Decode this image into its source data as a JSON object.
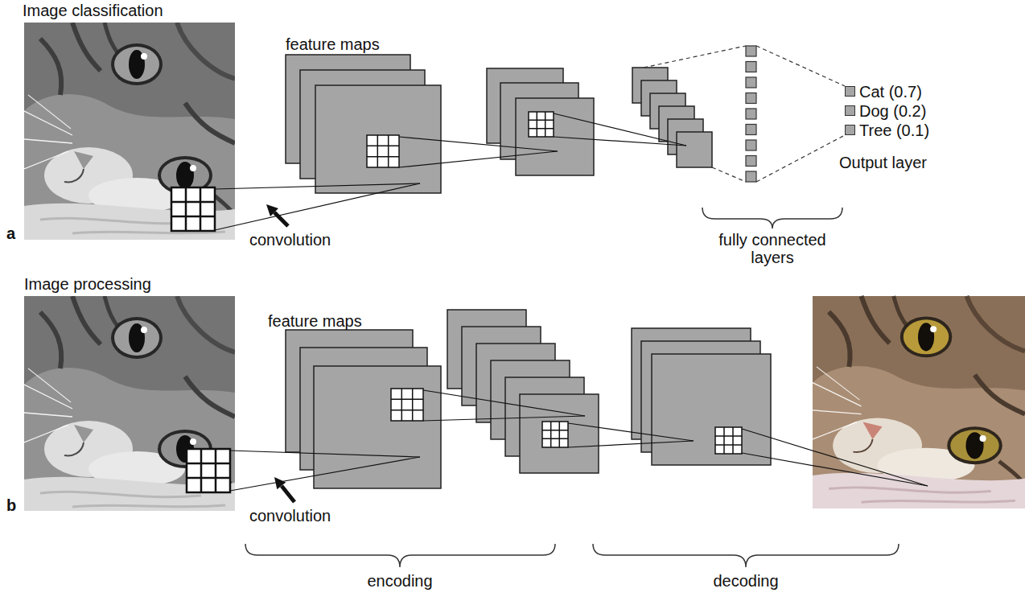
{
  "diagram": {
    "nodes": [
      {
        "text": [
          "Cat (0.7)"
        ]
      },
      {
        "text": [
          "Dog (0.2)"
        ]
      },
      {
        "text": [
          "Tree (0.1)"
        ]
      }
    ],
    "labels": [
      "Image classification",
      "feature maps",
      "convolution",
      "fully connected layers",
      "Output layer",
      "a",
      "Image processing",
      "feature maps",
      "convolution",
      "b",
      "encoding",
      "decoding"
    ]
  }
}
